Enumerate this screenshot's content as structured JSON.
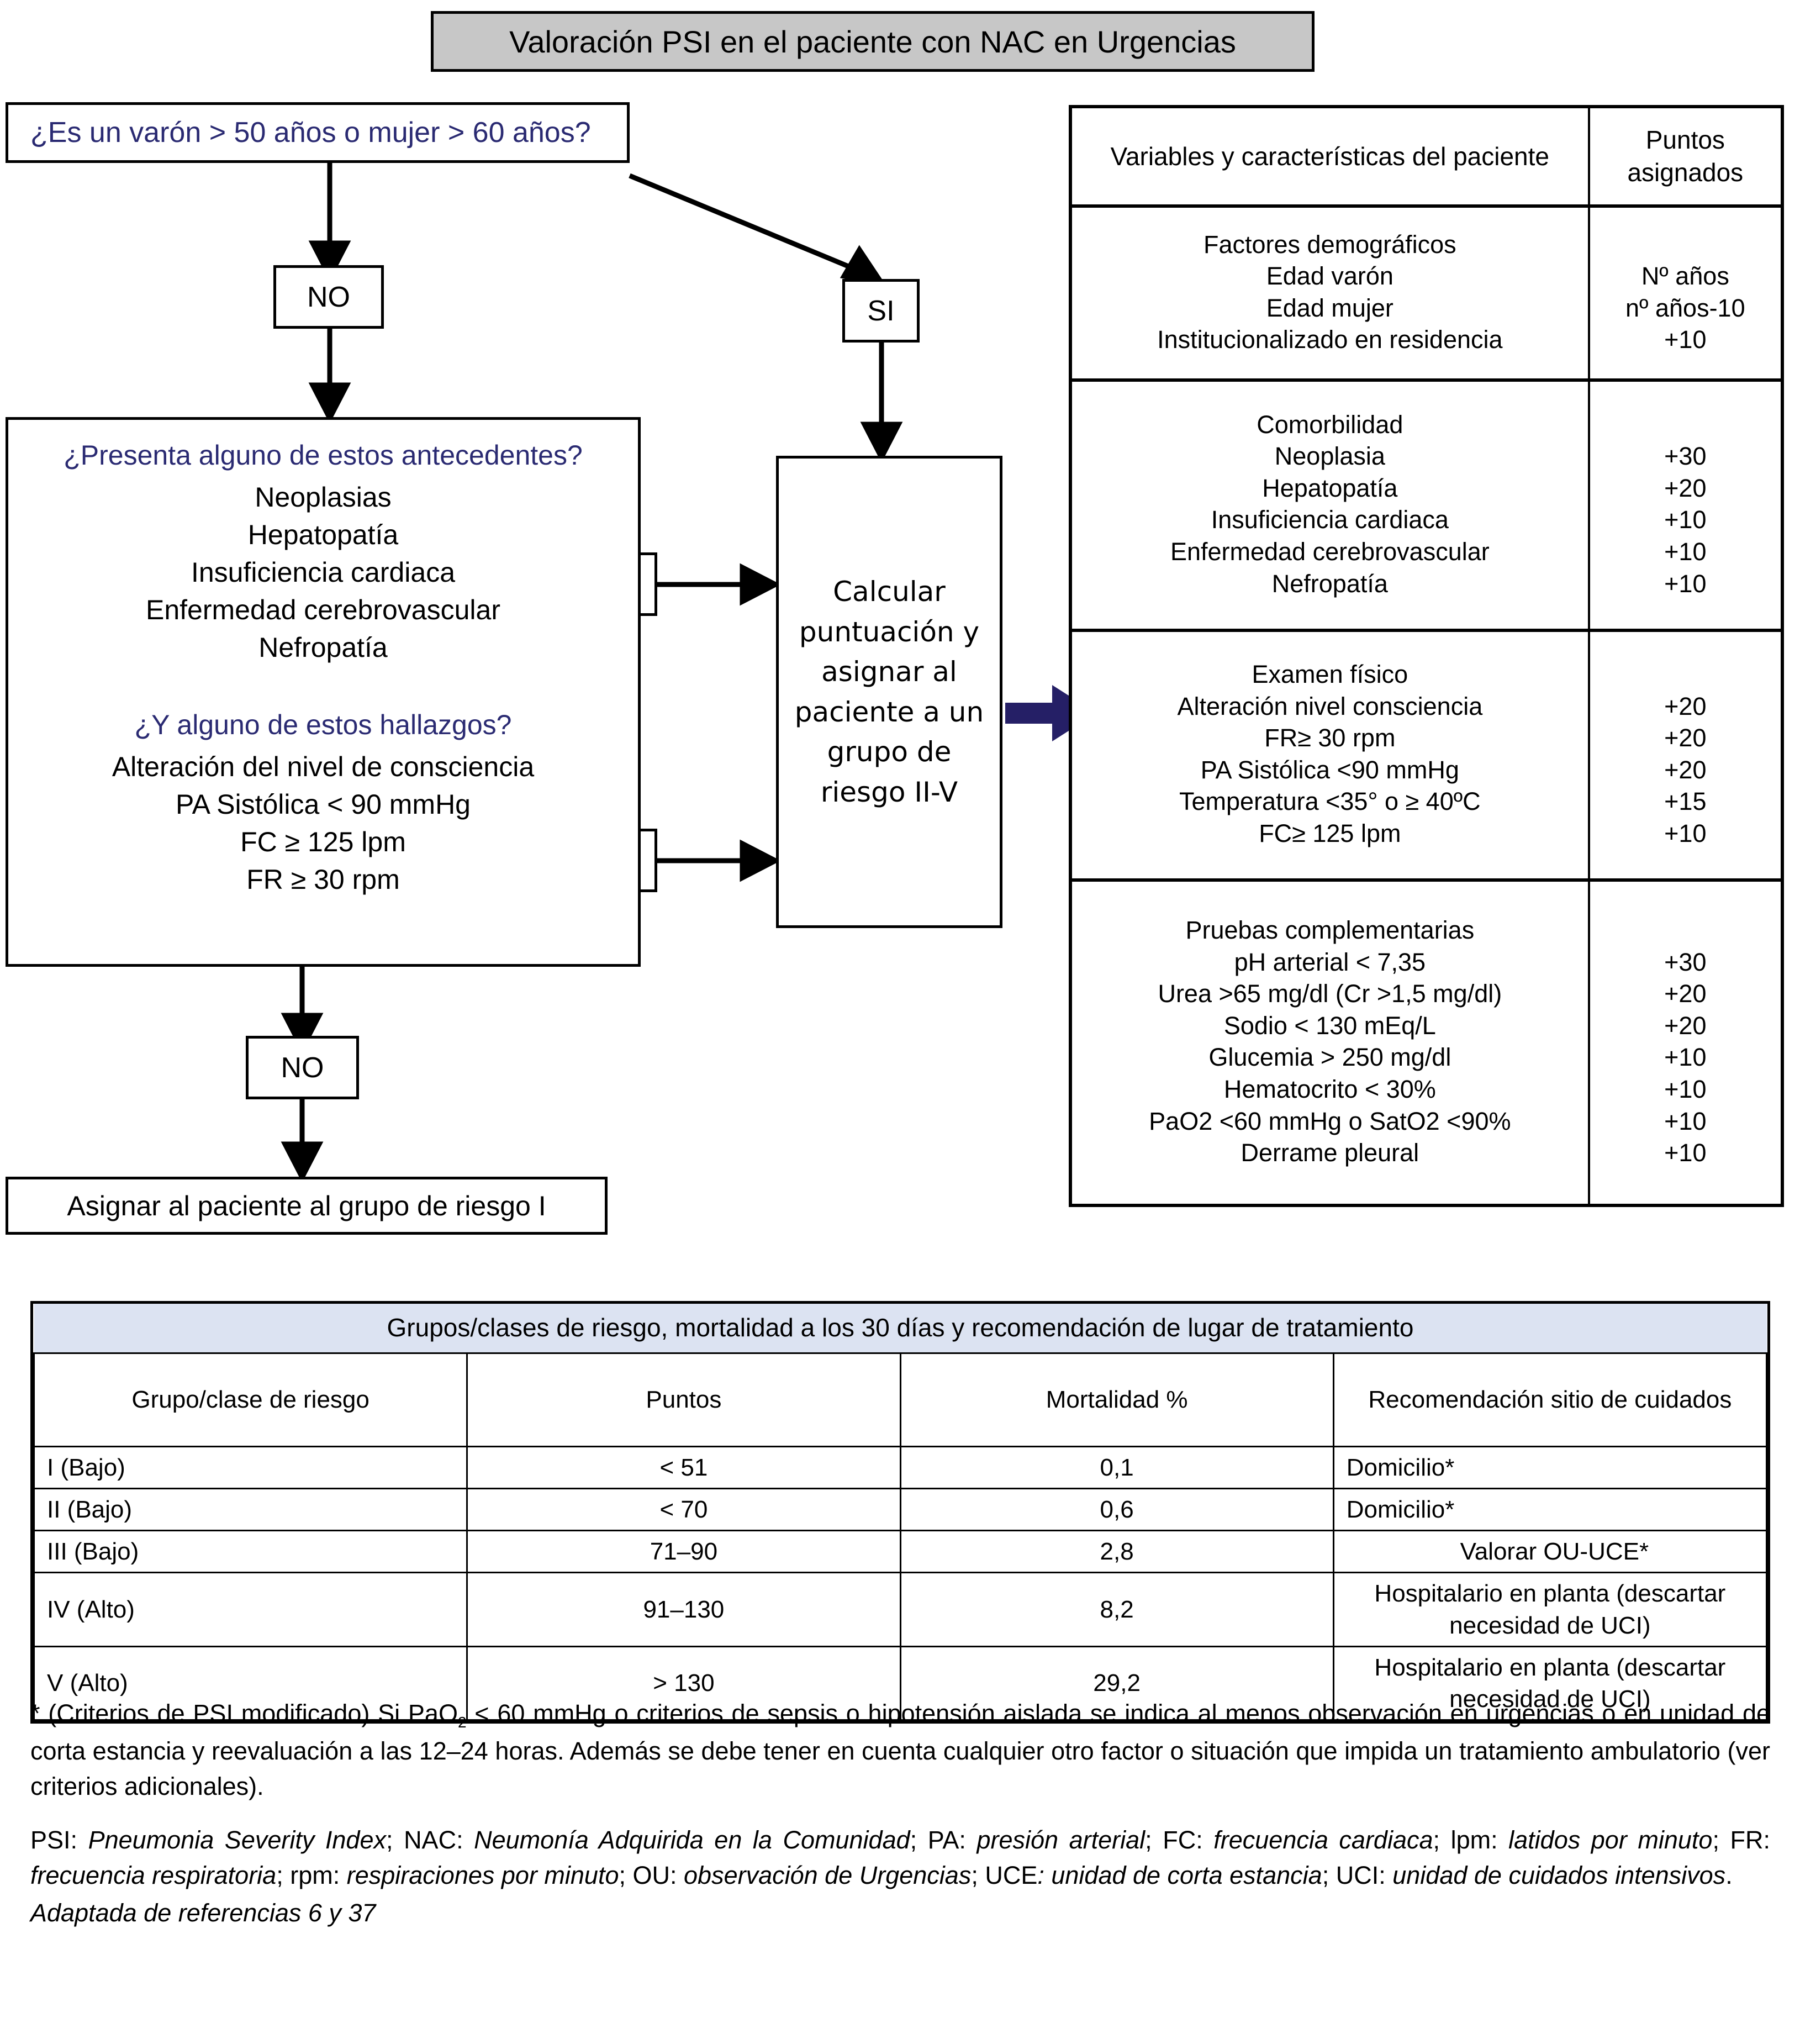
{
  "title": "Valoración PSI en el paciente con NAC en Urgencias",
  "flow": {
    "q1": "¿Es un varón > 50 años o mujer > 60 años?",
    "no1": "NO",
    "si1": "SI",
    "si2": "SI",
    "si3": "SI",
    "no2": "NO",
    "q2": "¿Presenta alguno de estos antecedentes?",
    "antecedentes": [
      "Neoplasias",
      "Hepatopatía",
      "Insuficiencia cardiaca",
      "Enfermedad cerebrovascular",
      "Nefropatía"
    ],
    "q3": "¿Y alguno de estos hallazgos?",
    "hallazgos": [
      "Alteración del nivel de consciencia",
      "PA Sistólica < 90 mmHg",
      "FC ≥ 125 lpm",
      "FR ≥ 30 rpm"
    ],
    "calcular": "Calcular puntuación y asignar al paciente a un grupo de riesgo II-V",
    "assign": "Asignar al paciente al grupo de riesgo I"
  },
  "points_table": {
    "header": {
      "col1": "Variables y características del paciente",
      "col2": "Puntos asignados"
    },
    "sections": [
      {
        "title": "Factores demográficos",
        "rows": [
          {
            "label": "Edad varón",
            "points": "Nº años"
          },
          {
            "label": "Edad mujer",
            "points": "nº años-10"
          },
          {
            "label": "Institucionalizado en residencia",
            "points": "+10"
          }
        ]
      },
      {
        "title": "Comorbilidad",
        "rows": [
          {
            "label": "Neoplasia",
            "points": "+30"
          },
          {
            "label": "Hepatopatía",
            "points": "+20"
          },
          {
            "label": "Insuficiencia cardiaca",
            "points": "+10"
          },
          {
            "label": "Enfermedad cerebrovascular",
            "points": "+10"
          },
          {
            "label": "Nefropatía",
            "points": "+10"
          }
        ]
      },
      {
        "title": "Examen físico",
        "rows": [
          {
            "label": "Alteración nivel consciencia",
            "points": "+20"
          },
          {
            "label": "FR≥ 30 rpm",
            "points": "+20"
          },
          {
            "label": "PA Sistólica <90 mmHg",
            "points": "+20"
          },
          {
            "label": "Temperatura <35° o ≥ 40ºC",
            "points": "+15"
          },
          {
            "label": "FC≥ 125 lpm",
            "points": "+10"
          }
        ]
      },
      {
        "title": "Pruebas complementarias",
        "rows": [
          {
            "label": "pH arterial < 7,35",
            "points": "+30"
          },
          {
            "label": "Urea >65 mg/dl (Cr >1,5 mg/dl)",
            "points": "+20"
          },
          {
            "label": "Sodio < 130 mEq/L",
            "points": "+20"
          },
          {
            "label": "Glucemia > 250 mg/dl",
            "points": "+10"
          },
          {
            "label": "Hematocrito < 30%",
            "points": "+10"
          },
          {
            "label": "PaO2 <60 mmHg o SatO2 <90%",
            "points": "+10"
          },
          {
            "label": "Derrame pleural",
            "points": "+10"
          }
        ]
      }
    ]
  },
  "risk_table": {
    "banner": "Grupos/clases de riesgo, mortalidad a los 30 días y recomendación de lugar de tratamiento",
    "headers": [
      "Grupo/clase de riesgo",
      "Puntos",
      "Mortalidad %",
      "Recomendación sitio de cuidados"
    ],
    "rows": [
      {
        "grupo": "I (Bajo)",
        "puntos": "< 51",
        "mortalidad": "0,1",
        "recomendacion": "Domicilio*"
      },
      {
        "grupo": "II (Bajo)",
        "puntos": "< 70",
        "mortalidad": "0,6",
        "recomendacion": "Domicilio*"
      },
      {
        "grupo": "III (Bajo)",
        "puntos": "71–90",
        "mortalidad": "2,8",
        "recomendacion": "Valorar OU-UCE*"
      },
      {
        "grupo": "IV (Alto)",
        "puntos": "91–130",
        "mortalidad": "8,2",
        "recomendacion": "Hospitalario en planta (descartar necesidad de UCI)"
      },
      {
        "grupo": "V (Alto)",
        "puntos": "> 130",
        "mortalidad": "29,2",
        "recomendacion": "Hospitalario en planta (descartar necesidad de UCI)"
      }
    ]
  },
  "footnotes": {
    "note_a": "* (Criterios de PSI modificado) Si PaO",
    "note_a_sub": "2",
    "note_b": " < 60 mmHg o criterios de sepsis o hipotensión aislada se indica al menos observación en urgencias o en unidad de corta estancia y reevaluación a las 12–24 horas. Además se debe tener en cuenta cualquier otro factor o situación que impida un tratamiento ambulatorio (ver criterios adicionales).",
    "source": "Adaptada de referencias 6 y 37"
  },
  "abbrev": [
    {
      "key": "PSI: ",
      "val": "Pneumonia Severity Index"
    },
    {
      "key": "NAC: ",
      "val": "Neumonía Adquirida en la Comunidad"
    },
    {
      "key": "PA: ",
      "val": "presión arterial"
    },
    {
      "key": "FC: ",
      "val": "frecuencia cardiaca"
    },
    {
      "key": "lpm: ",
      "val": "latidos por minuto"
    },
    {
      "key": "FR: ",
      "val": "frecuencia respiratoria"
    },
    {
      "key": "rpm: ",
      "val": "respiraciones por minuto"
    },
    {
      "key": "OU: ",
      "val": "observación de Urgencias"
    },
    {
      "key": "UCE",
      "val": ": unidad de corta estancia"
    },
    {
      "key": "UCI: ",
      "val": "unidad de cuidados intensivos"
    }
  ],
  "colors": {
    "question_text": "#2a2a72",
    "brace": "#4a81c0",
    "purple_arrow": "#251f66",
    "title_bg": "#c7c7c7",
    "banner_bg": "#dce3f2"
  }
}
